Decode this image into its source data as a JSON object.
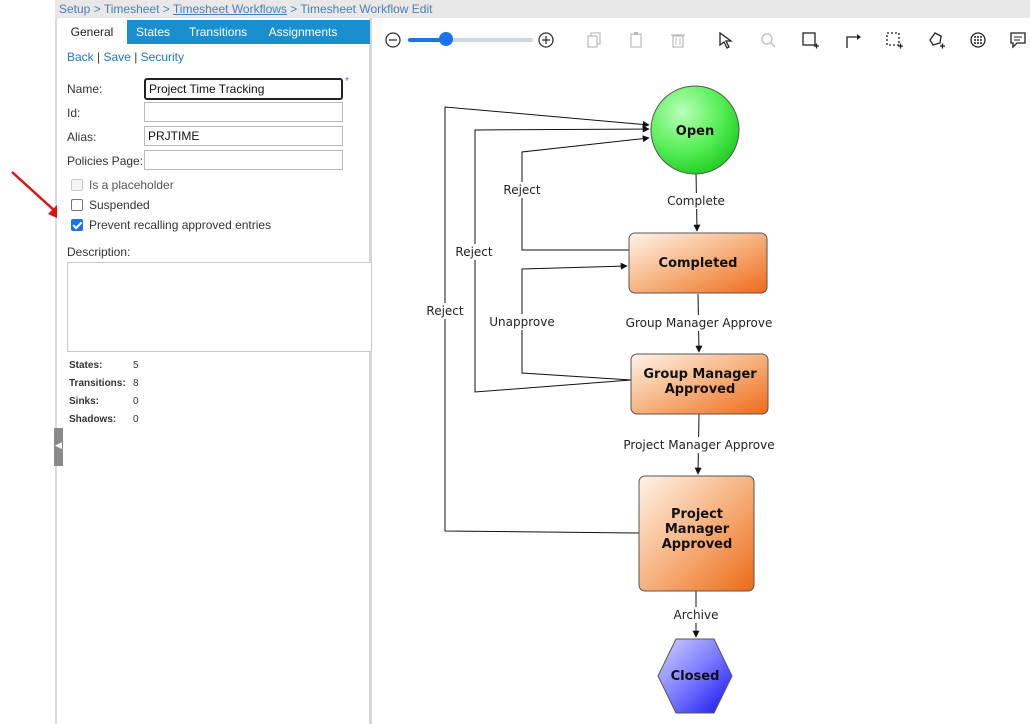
{
  "breadcrumb": {
    "items": [
      "Setup",
      "Timesheet",
      "Timesheet Workflows",
      "Timesheet Workflow Edit"
    ],
    "separator": ">"
  },
  "tabs": [
    {
      "label": "General",
      "active": true
    },
    {
      "label": "States",
      "active": false
    },
    {
      "label": "Transitions",
      "active": false
    },
    {
      "label": "Assignments",
      "active": false
    }
  ],
  "actions": {
    "back": "Back",
    "save": "Save",
    "security": "Security",
    "divider": "|"
  },
  "form": {
    "name_label": "Name:",
    "name_value": "Project Time Tracking",
    "required_mark": "*",
    "id_label": "Id:",
    "id_value": "",
    "alias_label": "Alias:",
    "alias_value": "PRJTIME",
    "policies_label": "Policies Page:",
    "policies_value": "",
    "placeholder_label": "Is a placeholder",
    "placeholder_checked": false,
    "placeholder_disabled": true,
    "suspended_label": "Suspended",
    "suspended_checked": false,
    "prevent_label": "Prevent recalling approved entries",
    "prevent_checked": true,
    "description_label": "Description:",
    "description_value": ""
  },
  "stats": {
    "states_label": "States:",
    "states_value": "5",
    "transitions_label": "Transitions:",
    "transitions_value": "8",
    "sinks_label": "Sinks:",
    "sinks_value": "0",
    "shadows_label": "Shadows:",
    "shadows_value": "0"
  },
  "toolbar": {
    "zoom_level": 0.25,
    "icons": [
      "zoom-out-icon",
      "zoom-in-icon",
      "copy-icon",
      "paste-icon",
      "delete-icon",
      "select-pointer-icon",
      "search-icon",
      "add-state-icon",
      "add-transition-icon",
      "marquee-select-icon",
      "lasso-icon",
      "grid-icon",
      "note-icon"
    ]
  },
  "diagram": {
    "nodes": [
      {
        "id": "open",
        "label": "Open",
        "shape": "circle",
        "color": "#33dd33"
      },
      {
        "id": "completed",
        "label": "Completed",
        "shape": "rounded-rect",
        "color": "#ee7a2e"
      },
      {
        "id": "group-manager-approved",
        "label_lines": [
          "Group Manager",
          "Approved"
        ],
        "shape": "rounded-rect",
        "color": "#ee7a2e"
      },
      {
        "id": "project-manager-approved",
        "label_lines": [
          "Project",
          "Manager",
          "Approved"
        ],
        "shape": "rounded-rect",
        "color": "#ee7a2e"
      },
      {
        "id": "closed",
        "label": "Closed",
        "shape": "hexagon",
        "color": "#4040ff"
      }
    ],
    "edges": [
      {
        "from": "open",
        "to": "completed",
        "label": "Complete"
      },
      {
        "from": "completed",
        "to": "group-manager-approved",
        "label": "Group Manager Approve"
      },
      {
        "from": "group-manager-approved",
        "to": "project-manager-approved",
        "label": "Project Manager Approve"
      },
      {
        "from": "project-manager-approved",
        "to": "closed",
        "label": "Archive"
      },
      {
        "from": "completed",
        "to": "open",
        "label": "Reject"
      },
      {
        "from": "group-manager-approved",
        "to": "open",
        "label": "Reject"
      },
      {
        "from": "project-manager-approved",
        "to": "open",
        "label": "Reject"
      },
      {
        "from": "group-manager-approved",
        "to": "completed",
        "label": "Unapprove"
      }
    ]
  }
}
